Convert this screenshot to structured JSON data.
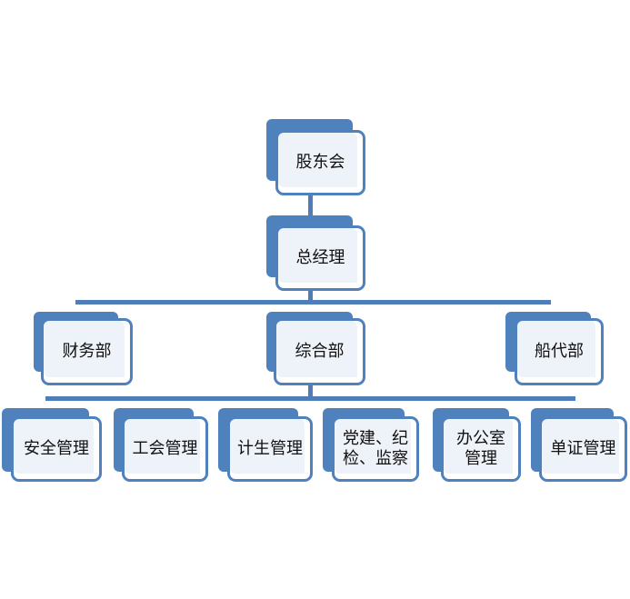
{
  "colors": {
    "accent": "#4f81bd",
    "fill": "#eef2f9"
  },
  "nodes": {
    "shareholders": "股东会",
    "gm": "总经理",
    "finance": "财务部",
    "general": "综合部",
    "shipping": "船代部",
    "safety": "安全管理",
    "union": "工会管理",
    "family_planning": "计生管理",
    "party": "党建、纪检、监察",
    "office": "办公室管理",
    "documents": "单证管理"
  }
}
